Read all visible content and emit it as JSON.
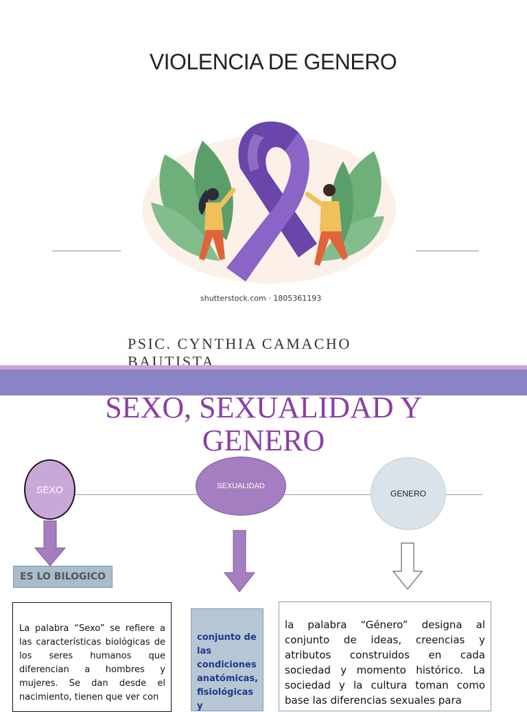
{
  "slide1": {
    "title": "VIOLENCIA DE GENERO",
    "image_credit": "shutterstock.com · 1805361193",
    "author": "PSIC. CYNTHIA CAMACHO BAUTISTA",
    "colors": {
      "ribbon": "#7b55b8",
      "leaf": "#5aa06a",
      "band": "#8a84c6"
    }
  },
  "slide2": {
    "title_line1": "SEXO, SEXUALIDAD Y",
    "title_line2": "GENERO",
    "nodes": {
      "sexo": "SEXO",
      "sexualidad": "SEXUALIDAD",
      "genero": "GENERO"
    },
    "sexo_label": "ES LO BILOGICO",
    "sexo_text": "La palabra “Sexo” se refiere a las características biológicas de los seres humanos que diferencian a hombres y mujeres. Se dan desde el nacimiento, tienen que ver con",
    "sexualidad_text": "conjunto de las condiciones anatómicas, fisiológicas y",
    "genero_text": "la palabra “Género” designa al conjunto de ideas, creencias y atributos construidos en cada sociedad y momento histórico. La sociedad y la cultura toman como base las diferencias sexuales para",
    "colors": {
      "title": "#8a3fa6",
      "arrow": "#a57dc1",
      "navy_text": "#1e3a86"
    }
  }
}
